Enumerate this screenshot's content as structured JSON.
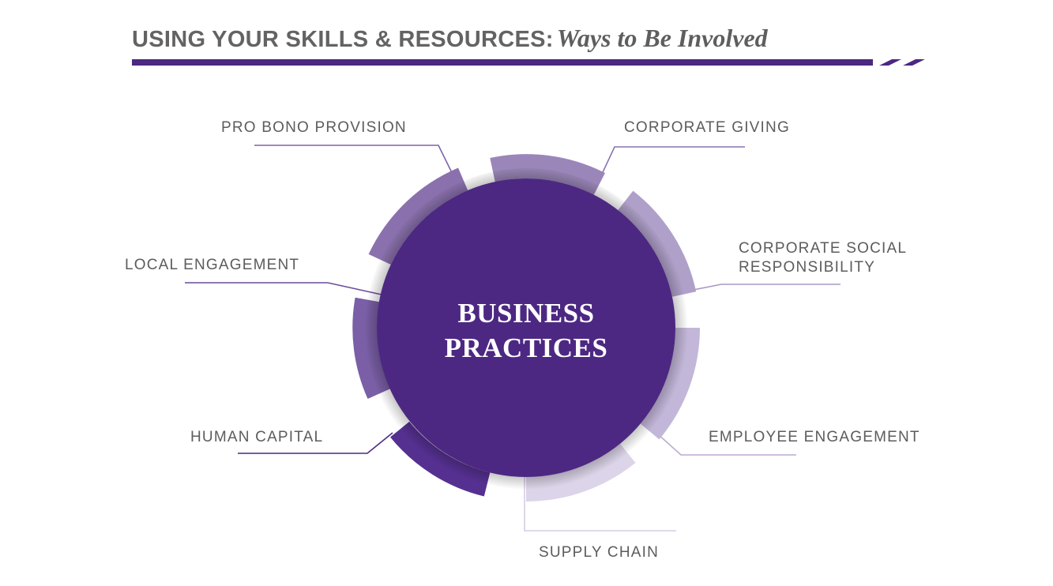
{
  "header": {
    "title_main": "USING YOUR SKILLS & RESOURCES:",
    "title_sub": "Ways to Be Involved",
    "accent_color": "#4c2882"
  },
  "center": {
    "line1": "BUSINESS",
    "line2": "PRACTICES",
    "color": "#4c2882"
  },
  "segments": [
    {
      "label": "CORPORATE GIVING",
      "color": "#9a86b8"
    },
    {
      "label_line1": "CORPORATE SOCIAL",
      "label_line2": "RESPONSIBILITY",
      "color": "#afa0c9"
    },
    {
      "label": "EMPLOYEE ENGAGEMENT",
      "color": "#c3b7d9"
    },
    {
      "label": "SUPPLY CHAIN",
      "color": "#dcd4e8"
    },
    {
      "label": "HUMAN CAPITAL",
      "color": "#553090"
    },
    {
      "label": "LOCAL ENGAGEMENT",
      "color": "#7a5fa6"
    },
    {
      "label": "PRO BONO PROVISION",
      "color": "#8a71ad"
    }
  ]
}
